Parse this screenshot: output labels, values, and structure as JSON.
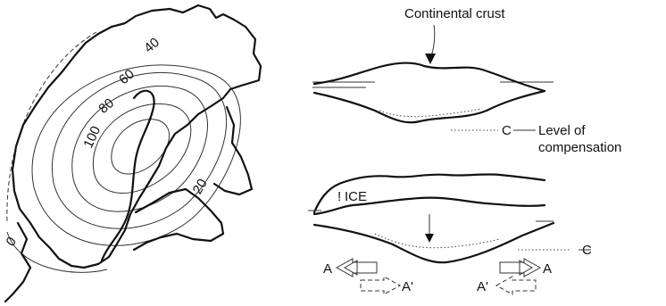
{
  "map": {
    "contour_labels": [
      "0",
      "20",
      "40",
      "60",
      "80",
      "100"
    ]
  },
  "crust_diagram": {
    "continental_crust_label": "Continental crust",
    "level_of_compensation_label": [
      "Level of",
      "compensation"
    ],
    "ice_label": "ICE",
    "compensation_symbol": "C",
    "arrow_labels": [
      "A",
      "A'",
      "A",
      "A'"
    ]
  }
}
